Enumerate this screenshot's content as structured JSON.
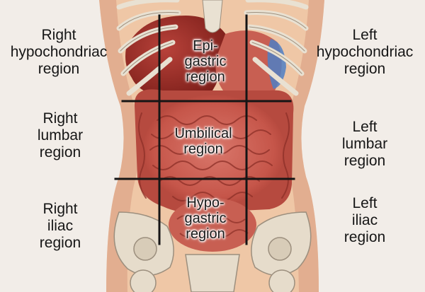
{
  "regions": {
    "right_hypochondriac": "Right\nhypochondriac\nregion",
    "epigastric": "Epi-\ngastric\nregion",
    "left_hypochondriac": "Left\nhypochondriac\nregion",
    "right_lumbar": "Right\nlumbar\nregion",
    "umbilical": "Umbilical\nregion",
    "left_lumbar": "Left\nlumbar\nregion",
    "right_iliac": "Right\niliac\nregion",
    "hypogastric": "Hypo-\ngastric\nregion",
    "left_iliac": "Left\niliac\nregion"
  },
  "colors": {
    "background": "#f2ede8",
    "skin": "#efc7a6",
    "skin_shadow": "#dda487",
    "rib": "#e9e1d2",
    "liver": "#9a2a22",
    "intestine": "#c6564a",
    "intestine_dark": "#8c2f27",
    "bone": "#e6dccb",
    "kidney_blue": "#4f7fc4",
    "grid_line": "#151515",
    "text": "#161616"
  }
}
